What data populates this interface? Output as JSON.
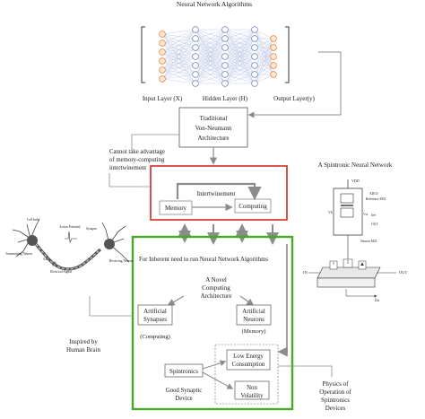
{
  "nn": {
    "title": "Neural Network Algorithms",
    "input_label": "Input Layer (X)",
    "hidden_label": "Hidden Layer (H)",
    "output_label": "Output Layer(y)"
  },
  "von_neumann": {
    "line1": "Traditional",
    "line2": "Von-Neumann",
    "line3": "Architecture"
  },
  "cannot": {
    "line1": "Cannot take advantage",
    "line2": "of memory-computing",
    "line3": "intertwinement"
  },
  "intertwine": {
    "title": "Intertwinement",
    "memory": "Memory",
    "computing": "Computing"
  },
  "inherent_title": "For Inherent need to run Neural Network Algorithms",
  "novel": {
    "line1": "A Novel",
    "line2": "Computing",
    "line3": "Architecture"
  },
  "synapses": {
    "line1": "Artificial",
    "line2": "Synapses",
    "role": "(Computing)"
  },
  "neurons": {
    "line1": "Artificial",
    "line2": "Neurons",
    "role": "(Memory)"
  },
  "low_energy": {
    "line1": "Low Energy",
    "line2": "Consumption"
  },
  "non_volatility": {
    "line1": "Non",
    "line2": "Volatility"
  },
  "spintronics": "Spintronics",
  "good_synaptic": {
    "line1": "Good Synaptic",
    "line2": "Device"
  },
  "inspired": {
    "line1": "Inspired by",
    "line2": "Human Brain"
  },
  "physics": {
    "line1": "Physics of",
    "line2": "Operation of",
    "line3": "Spintronics",
    "line4": "Devices"
  },
  "spin_nn": {
    "title": "A Spintronic Neural Network",
    "vdd": "VDD",
    "adc": "ADC0",
    "reference": "Reference M32",
    "ref_side": "Iref",
    "neuron": "Neuron M23",
    "in_label": "IN",
    "out_label": "OUT",
    "current": "Iω",
    "vb": "Vb",
    "vss": "Vss",
    "out_small": "OUT"
  },
  "neuron_img": {
    "cell_body": "Cell body",
    "axon_potential": "Action Potential",
    "synapse": "Synapse",
    "dendrites": "Transmitting Neuron",
    "axon": "Axon",
    "signal": "Electrical Signal",
    "receiving": "Receiving Neuron"
  },
  "colors": {
    "red": "#d42a24",
    "green": "#4aa72b",
    "node": "#e87b2c",
    "arrow": "#8c8c8c"
  }
}
